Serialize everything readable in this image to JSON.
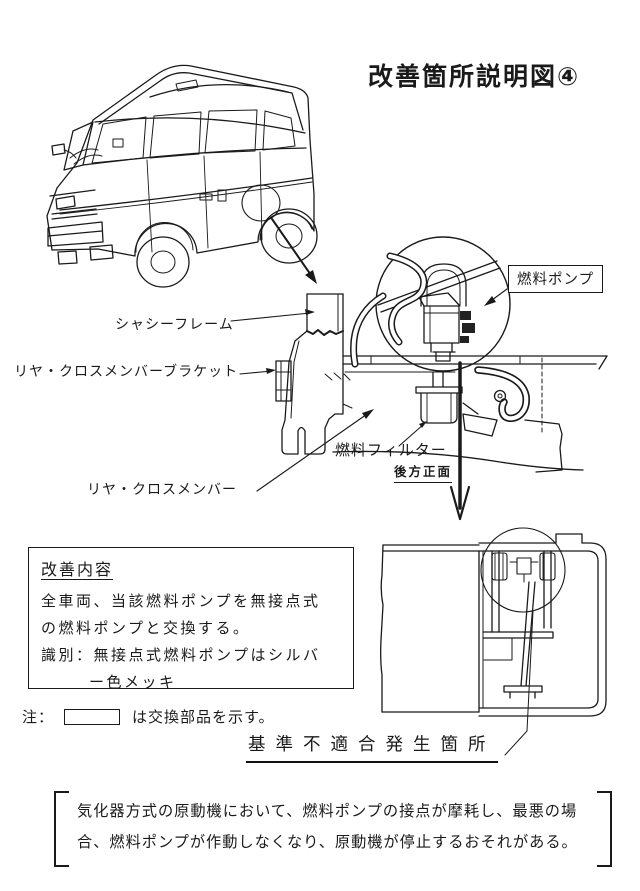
{
  "title": "改善箇所説明図④",
  "part_labels": {
    "chassis_frame": "シャシーフレーム",
    "rear_crossmember_bracket": "リヤ・クロスメンバーブラケット",
    "fuel_pump": "燃料ポンプ",
    "fuel_filter": "燃料フィルター",
    "rear_view_caption": "後方正面",
    "rear_crossmember": "リヤ・クロスメンバー",
    "nonconformity_location": "基準不適合発生箇所"
  },
  "improvement": {
    "heading": "改善内容",
    "lines": [
      "全車両、当該燃料ポンプを無接点式",
      "の燃料ポンプと交換する。",
      "識別：無接点式燃料ポンプはシルバ",
      "ー色メッキ"
    ]
  },
  "legend_note": {
    "prefix": "注：",
    "suffix": "は交換部品を示す。"
  },
  "defect_description": {
    "line1": "気化器方式の原動機において、燃料ポンプの接点が摩耗し、最悪の場",
    "line2": "合、燃料ポンプが作動しなくなり、原動機が停止するおそれがある。"
  },
  "colors": {
    "ink": "#1a1a1a",
    "paper": "#ffffff"
  }
}
